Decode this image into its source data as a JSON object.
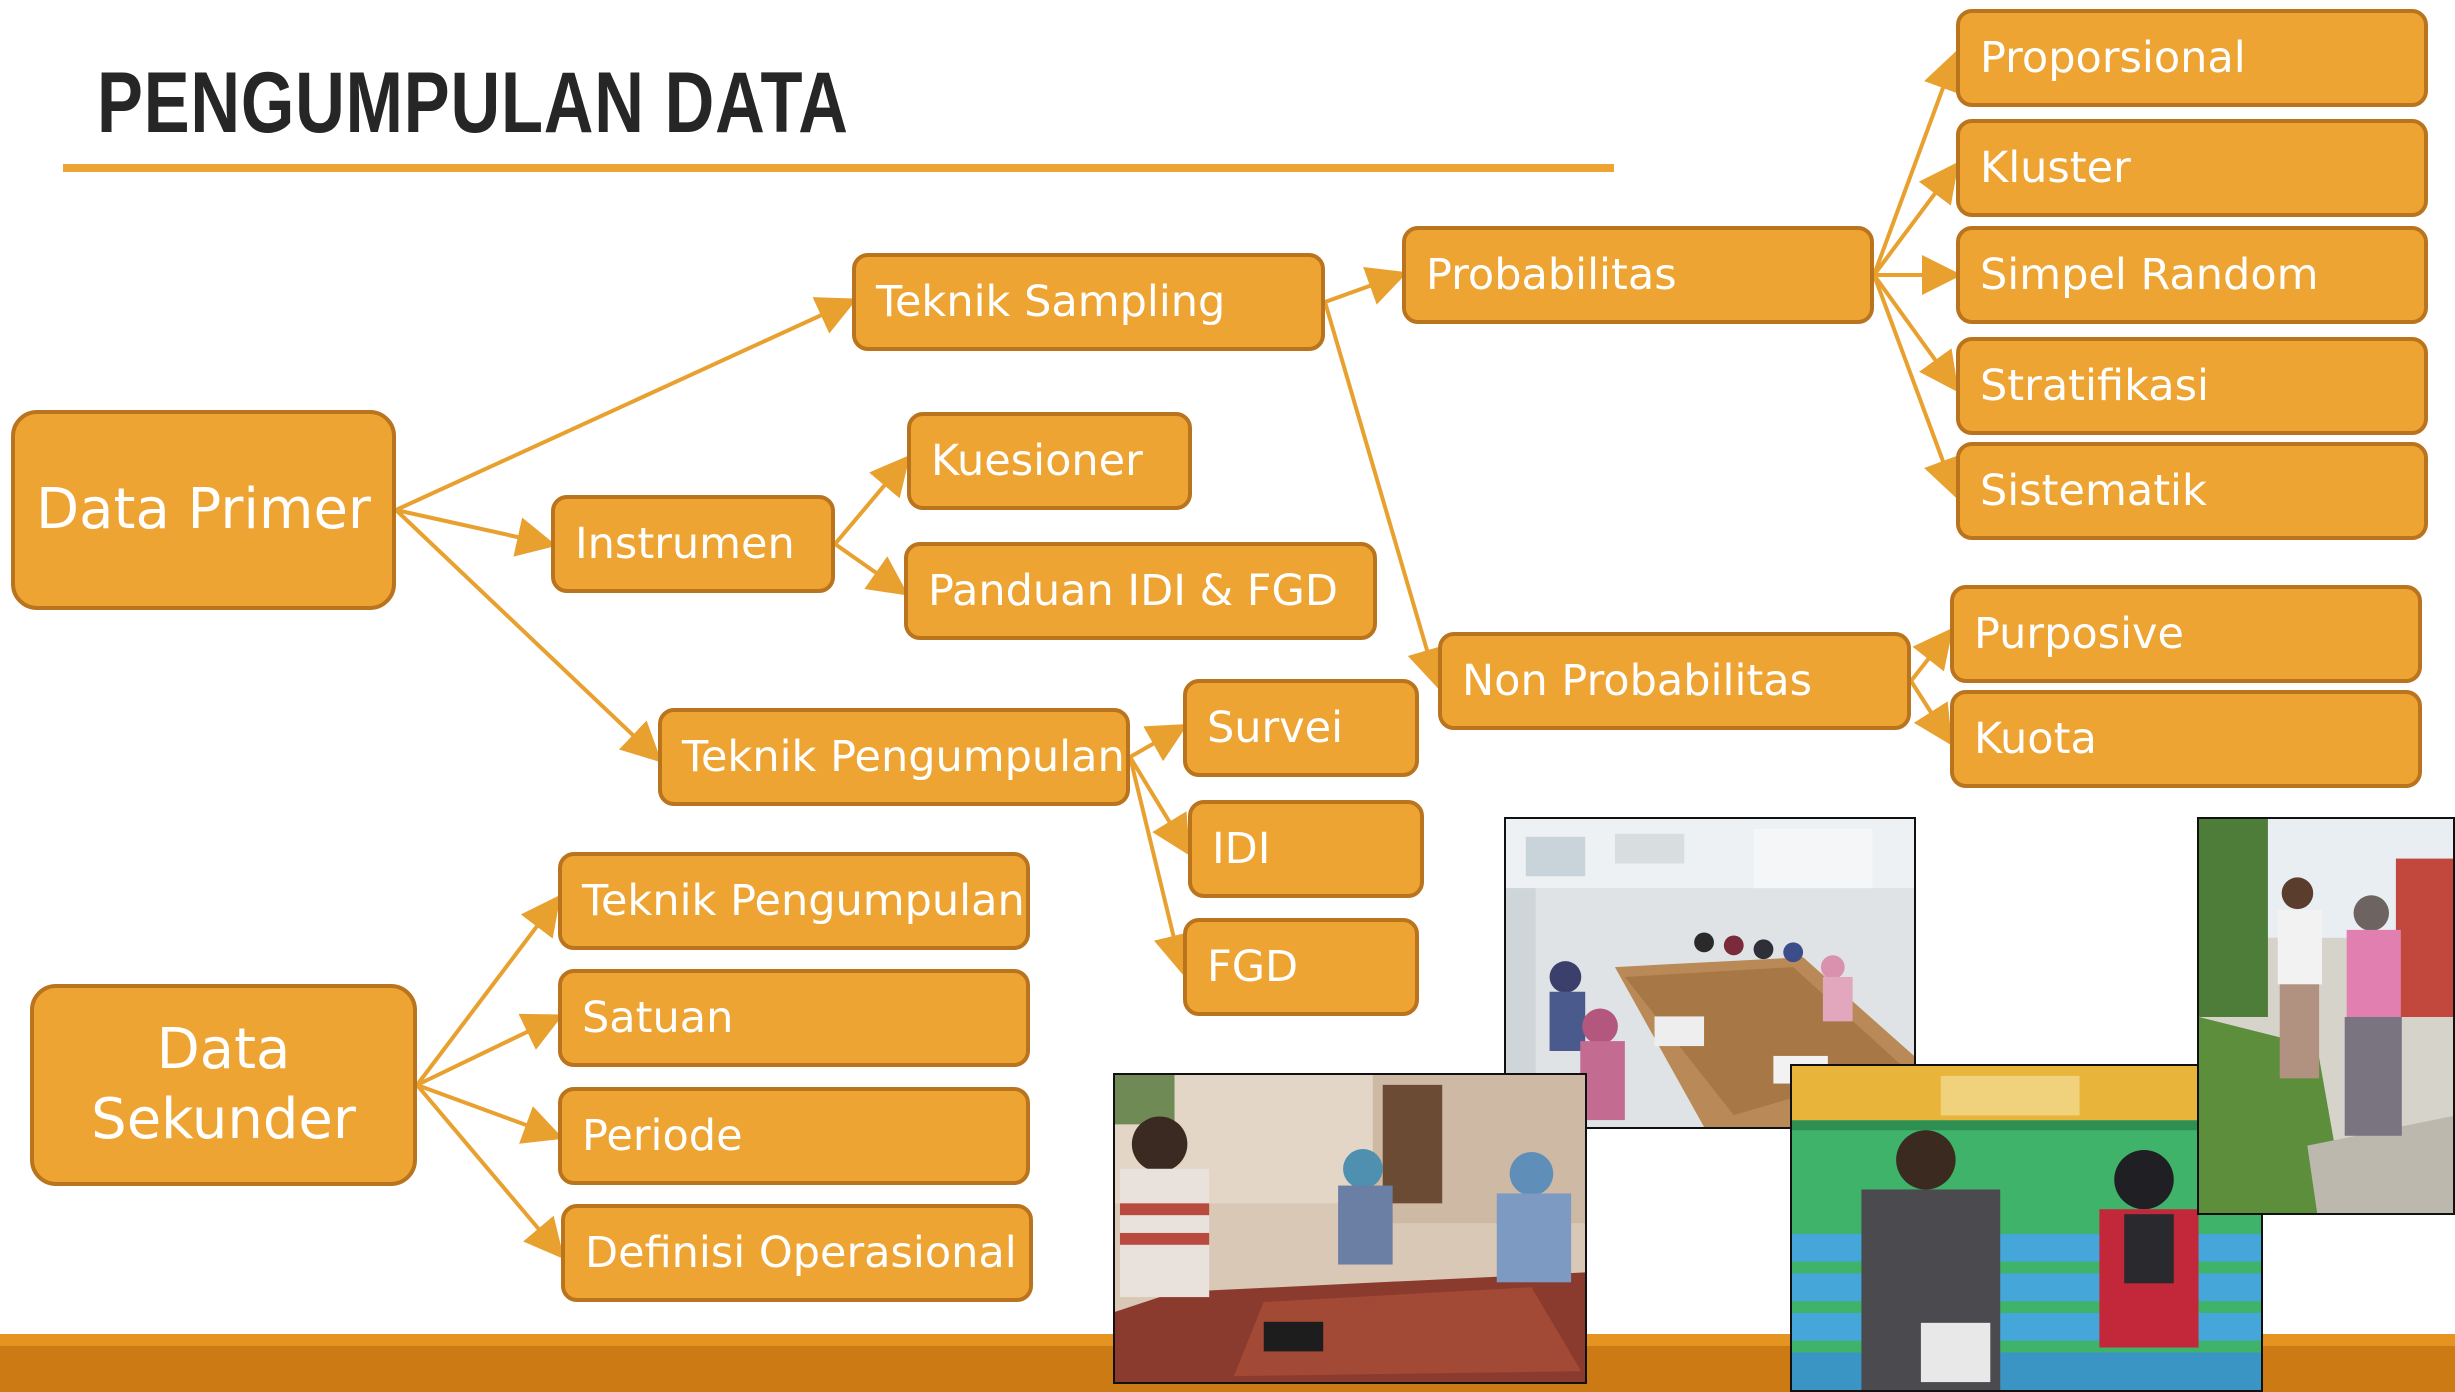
{
  "slide": {
    "title": "PENGUMPULAN DATA"
  },
  "nodes": {
    "data_primer": "Data Primer",
    "data_sekunder_line1": "Data",
    "data_sekunder_line2": "Sekunder",
    "teknik_sampling": "Teknik Sampling",
    "instrumen": "Instrumen",
    "teknik_pengumpulan": "Teknik Pengumpulan",
    "kuesioner": "Kuesioner",
    "panduan": "Panduan IDI & FGD",
    "probabilitas": "Probabilitas",
    "non_probabilitas": "Non Probabilitas",
    "proporsional": "Proporsional",
    "kluster": "Kluster",
    "simpel_random": "Simpel Random",
    "stratifikasi": "Stratifikasi",
    "sistematik": "Sistematik",
    "purposive": "Purposive",
    "kuota": "Kuota",
    "survei": "Survei",
    "idi": "IDI",
    "fgd": "FGD",
    "sek_teknik_pengumpulan": "Teknik Pengumpulan",
    "satuan": "Satuan",
    "periode": "Periode",
    "definisi": "Definisi Operasional"
  },
  "edges": [
    [
      "data-primer-node",
      "teknik-sampling-node"
    ],
    [
      "data-primer-node",
      "instrumen-node"
    ],
    [
      "data-primer-node",
      "teknik-pengumpulan-node"
    ],
    [
      "teknik-sampling-node",
      "probabilitas-node"
    ],
    [
      "teknik-sampling-node",
      "non-probabilitas-node"
    ],
    [
      "probabilitas-node",
      "proporsional-node"
    ],
    [
      "probabilitas-node",
      "kluster-node"
    ],
    [
      "probabilitas-node",
      "simpel-random-node"
    ],
    [
      "probabilitas-node",
      "stratifikasi-node"
    ],
    [
      "probabilitas-node",
      "sistematik-node"
    ],
    [
      "non-probabilitas-node",
      "purposive-node"
    ],
    [
      "non-probabilitas-node",
      "kuota-node"
    ],
    [
      "instrumen-node",
      "kuesioner-node"
    ],
    [
      "instrumen-node",
      "panduan-node"
    ],
    [
      "teknik-pengumpulan-node",
      "survei-node"
    ],
    [
      "teknik-pengumpulan-node",
      "idi-node"
    ],
    [
      "teknik-pengumpulan-node",
      "fgd-node"
    ],
    [
      "data-sekunder-node",
      "sek-teknik-pengumpulan-node"
    ],
    [
      "data-sekunder-node",
      "satuan-node"
    ],
    [
      "data-sekunder-node",
      "periode-node"
    ],
    [
      "data-sekunder-node",
      "definisi-node"
    ]
  ],
  "colors": {
    "node_fill": "#eea432",
    "node_border": "#b9741d",
    "connector": "#e8a02f",
    "title_text": "#262626",
    "footer": "#cc7a14"
  }
}
